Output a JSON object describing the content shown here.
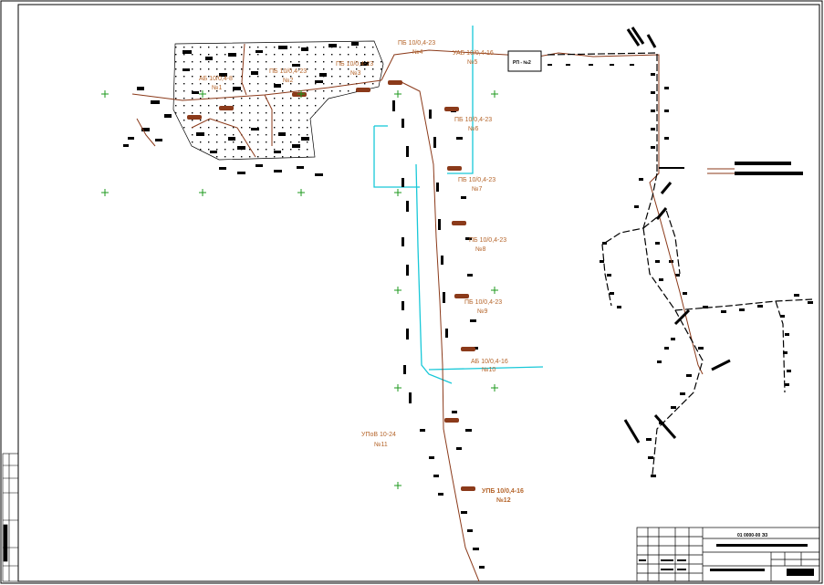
{
  "colors": {
    "road_cyan": "#18c8d8",
    "cable_brown": "#8b3a1a",
    "label_brown": "#b5652b",
    "building_black": "#000000",
    "marker_green": "#1e9a1e",
    "background": "#ffffff"
  },
  "substations": [
    {
      "type": "АБ 10/0,4-8",
      "num": "№1"
    },
    {
      "type": "ПБ 10/0,4-23",
      "num": "№2"
    },
    {
      "type": "ПБ 10/0,4-23",
      "num": "№3"
    },
    {
      "type": "ПБ 10/0,4-23",
      "num": "№4"
    },
    {
      "type": "УАБ 10/0,4-16",
      "num": "№5"
    },
    {
      "type": "ПБ 10/0,4-23",
      "num": "№6"
    },
    {
      "type": "ПБ 10/0,4-23",
      "num": "№7"
    },
    {
      "type": "ПБ 10/0,4-23",
      "num": "№8"
    },
    {
      "type": "ПБ 10/0,4-23",
      "num": "№9"
    },
    {
      "type": "АБ 10/0,4-16",
      "num": "№10"
    },
    {
      "type": "УПоВ 10-24",
      "num": "№11"
    },
    {
      "type": "УПБ 10/0,4-16",
      "num": "№12"
    }
  ],
  "source_box": "РП - №2",
  "title_block": {
    "code": "01 0000-00 ЭЗ"
  }
}
